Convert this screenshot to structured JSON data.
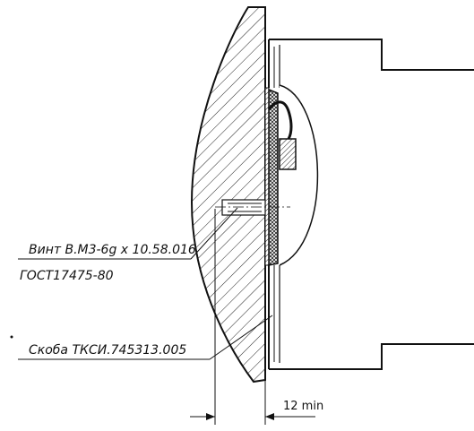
{
  "labels": {
    "screw_line1": "Винт В.М3-6g x 10.58.016",
    "screw_line2": "ГОСТ17475-80",
    "bracket": "Скоба ТКСИ.745313.005"
  },
  "dimension": {
    "text": "12 min"
  },
  "colors": {
    "line": "#111111",
    "paper": "#ffffff"
  }
}
